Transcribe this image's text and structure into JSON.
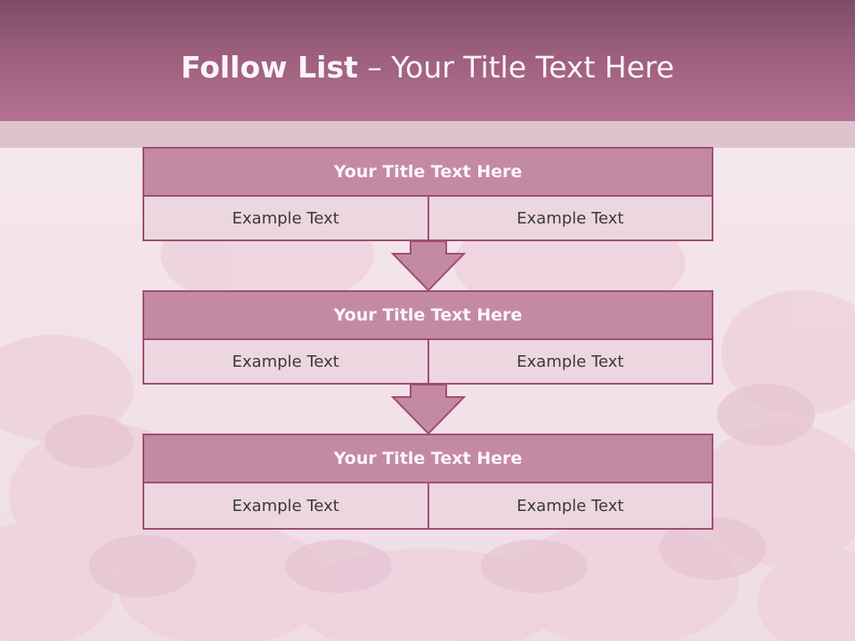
{
  "title": {
    "bold": "Follow List",
    "rest": " – Your Title Text Here"
  },
  "blocks": [
    {
      "title": "Your Title Text Here",
      "left": "Example Text",
      "right": "Example Text"
    },
    {
      "title": "Your Title Text Here",
      "left": "Example Text",
      "right": "Example Text"
    },
    {
      "title": "Your Title Text Here",
      "left": "Example Text",
      "right": "Example Text"
    }
  ],
  "colors": {
    "header": "#b47192",
    "block_head": "#c58aa3",
    "border": "#a04f74",
    "cell": "#ecd6df",
    "arrow": "#c58aa3"
  },
  "icons": [
    "down-arrow-icon",
    "down-arrow-icon"
  ]
}
